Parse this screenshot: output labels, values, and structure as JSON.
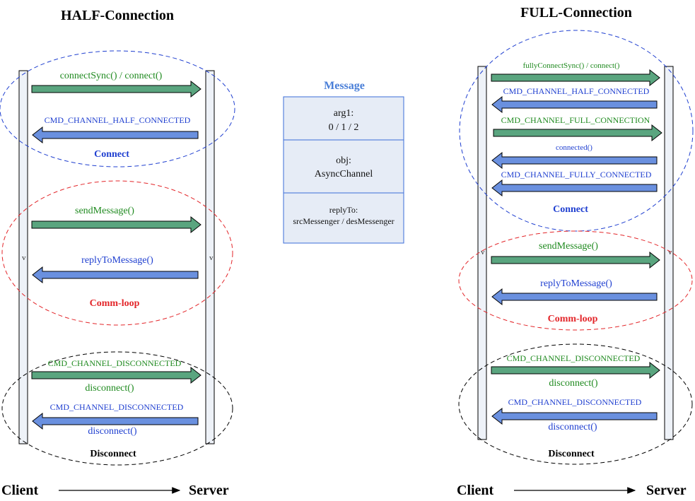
{
  "colors": {
    "green_arrow": "#5aa57f",
    "blue_arrow": "#6a90df",
    "green_text": "#1f8a1f",
    "blue_text": "#1f3fd0",
    "red": "#e3262a",
    "lifeline_fill": "#eef2f8",
    "message_fill": "#e6ecf6",
    "message_border": "#3b6dd8"
  },
  "half": {
    "title": "HALF-Connection",
    "connect": {
      "label": "Connect",
      "msg1": "connectSync() / connect()",
      "msg2": "CMD_CHANNEL_HALF_CONNECTED"
    },
    "loop": {
      "label": "Comm-loop",
      "msg1": "sendMessage()",
      "msg2": "replyToMessage()"
    },
    "disconnect": {
      "label": "Disconnect",
      "msg1": "CMD_CHANNEL_DISCONNECTED",
      "msg1b": "disconnect()",
      "msg2": "CMD_CHANNEL_DISCONNECTED",
      "msg2b": "disconnect()"
    },
    "client": "Client",
    "server": "Server",
    "v_marker": "v"
  },
  "full": {
    "title": "FULL-Connection",
    "connect": {
      "label": "Connect",
      "msg1": "fullyConnectSync() / connect()",
      "msg2": "CMD_CHANNEL_HALF_CONNECTED",
      "msg3": "CMD_CHANNEL_FULL_CONNECTION",
      "msg4": "connected()",
      "msg5": "CMD_CHANNEL_FULLY_CONNECTED"
    },
    "loop": {
      "label": "Comm-loop",
      "msg1": "sendMessage()",
      "msg2": "replyToMessage()"
    },
    "disconnect": {
      "label": "Disconnect",
      "msg1": "CMD_CHANNEL_DISCONNECTED",
      "msg1b": "disconnect()",
      "msg2": "CMD_CHANNEL_DISCONNECTED",
      "msg2b": "disconnect()"
    },
    "client": "Client",
    "server": "Server",
    "v_marker": "v"
  },
  "message": {
    "title": "Message",
    "field1_name": "arg1:",
    "field1_value": "0 / 1 / 2",
    "field2_name": "obj:",
    "field2_value": "AsyncChannel",
    "field3_name": "replyTo:",
    "field3_value": "srcMessenger / desMessenger"
  }
}
